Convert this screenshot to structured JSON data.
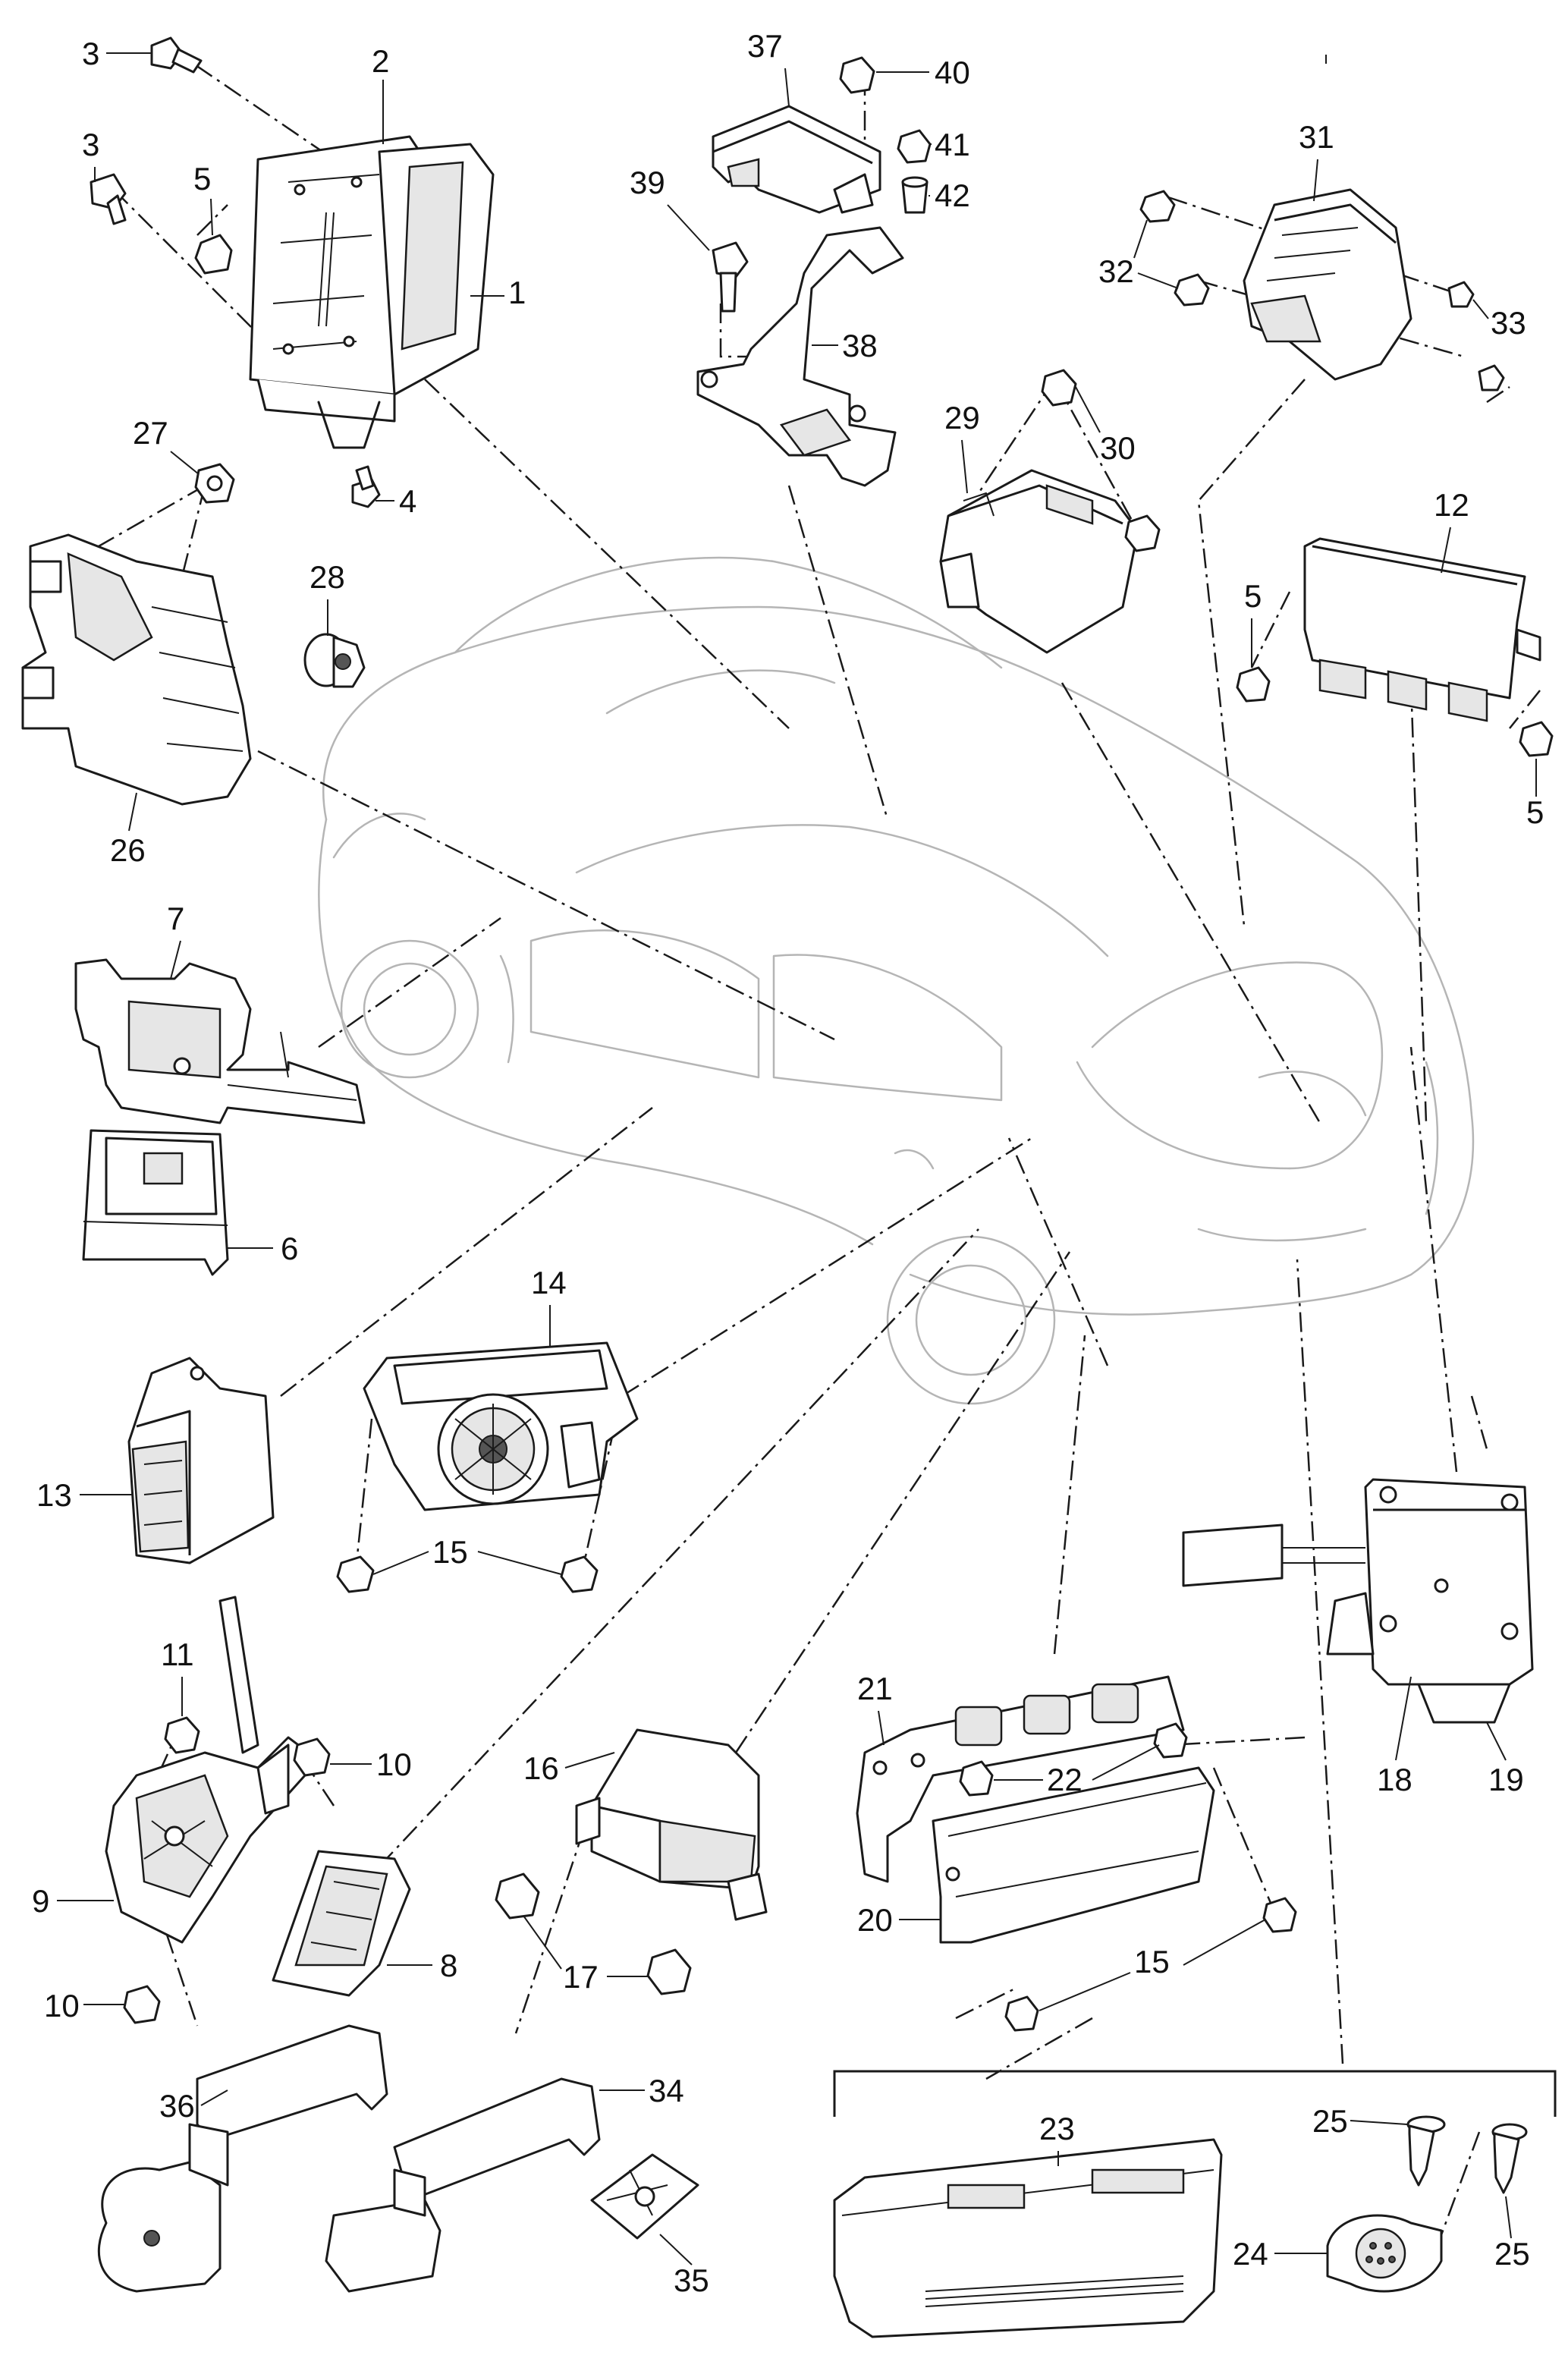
{
  "callouts": [
    "1",
    "2",
    "3",
    "4",
    "5",
    "6",
    "7",
    "8",
    "9",
    "10",
    "11",
    "12",
    "13",
    "14",
    "15",
    "16",
    "17",
    "18",
    "19",
    "20",
    "21",
    "22",
    "23",
    "24",
    "25",
    "26",
    "27",
    "28",
    "29",
    "30",
    "31",
    "32",
    "33",
    "34",
    "35",
    "36",
    "37",
    "38",
    "39",
    "40",
    "41",
    "42"
  ]
}
